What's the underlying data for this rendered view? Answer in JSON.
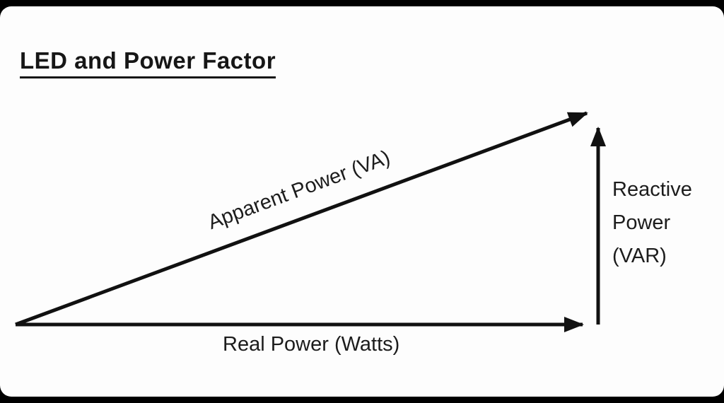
{
  "title": "LED and Power Factor",
  "diagram": {
    "hypotenuse_label": "Apparent Power (VA)",
    "base_label": "Real Power (Watts)",
    "vertical_label": {
      "line1": "Reactive",
      "line2": "Power",
      "line3": "(VAR)"
    },
    "stroke_color": "#111111",
    "background_color": "#fdfdfd"
  }
}
